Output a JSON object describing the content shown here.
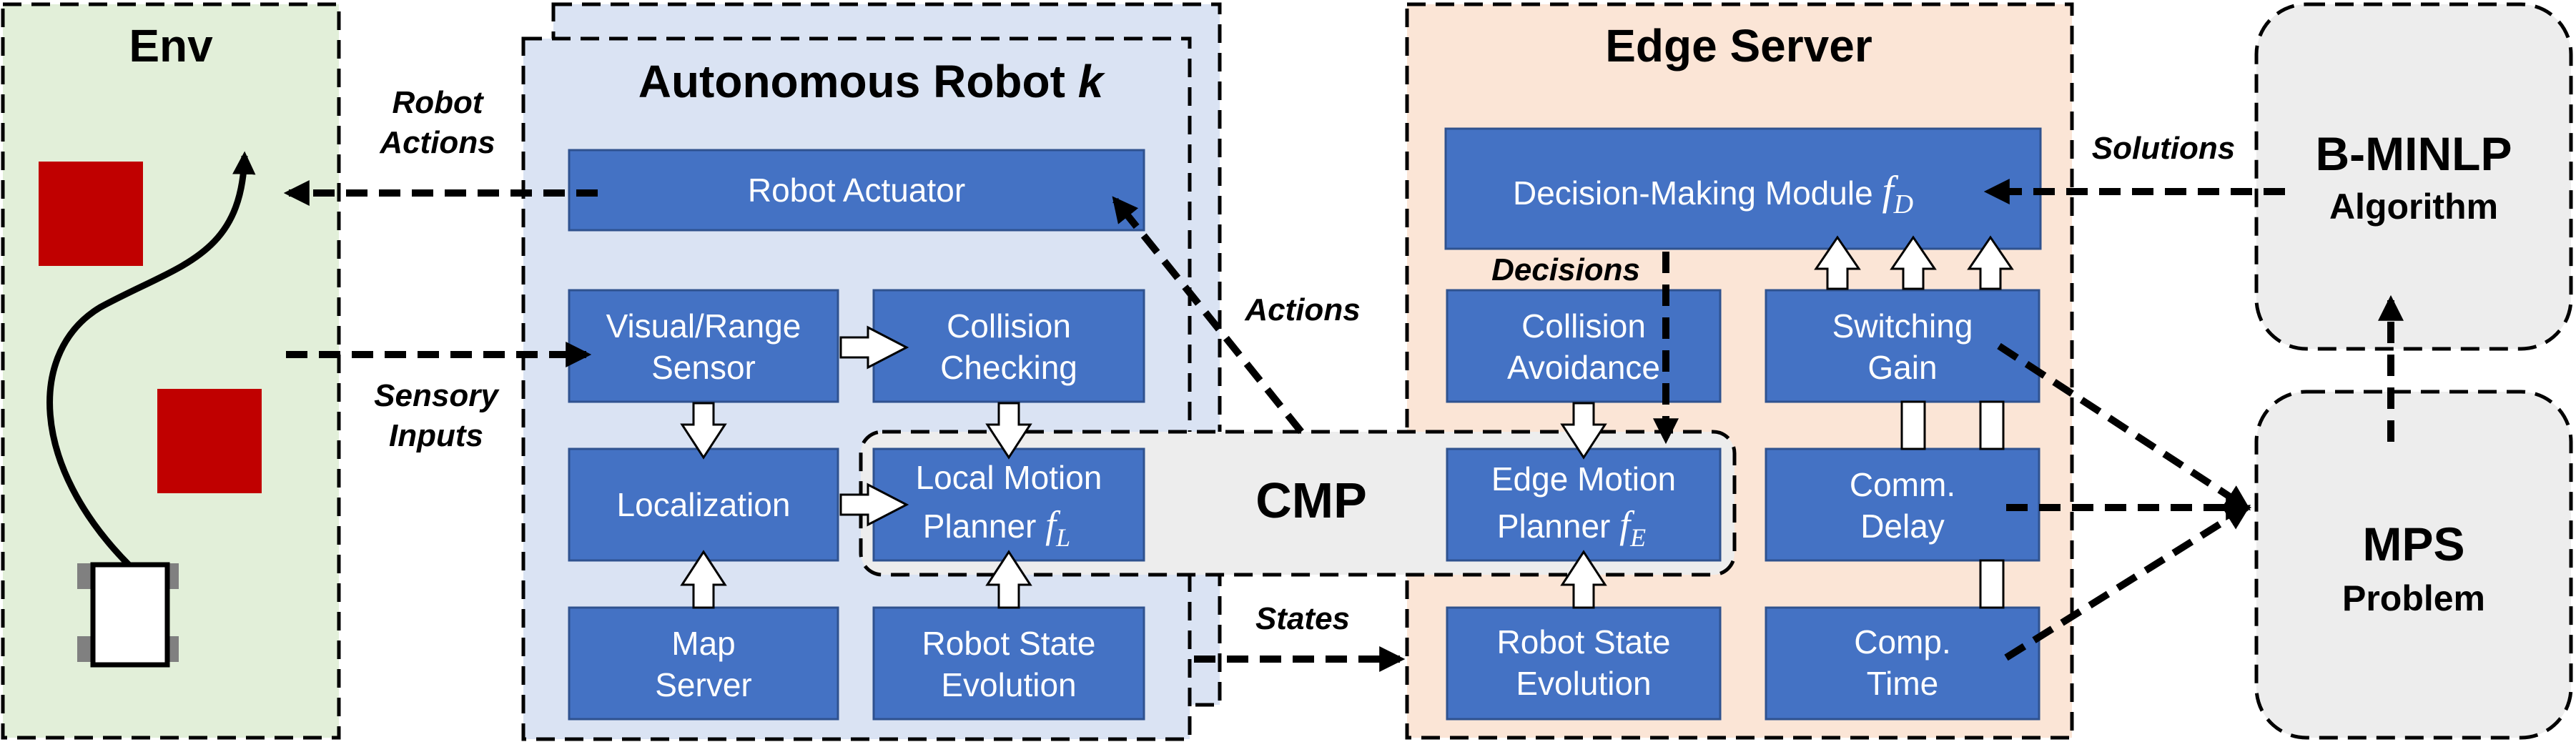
{
  "titles": {
    "env": "Env",
    "robot": "Autonomous Robot",
    "robot_index": "k",
    "edge": "Edge Server",
    "cmp": "CMP",
    "algo_line1": "B-MINLP",
    "algo_line2": "Algorithm",
    "mps_line1": "MPS",
    "mps_line2": "Problem"
  },
  "robot_blocks": {
    "actuator": "Robot Actuator",
    "sensor": [
      "Visual/Range",
      "Sensor"
    ],
    "collision_checking": [
      "Collision",
      "Checking"
    ],
    "localization": "Localization",
    "local_planner": [
      "Local Motion",
      "Planner"
    ],
    "local_planner_symbol": {
      "base": "f",
      "sub": "L"
    },
    "map_server": [
      "Map",
      "Server"
    ],
    "robot_state": [
      "Robot State",
      "Evolution"
    ]
  },
  "edge_blocks": {
    "decision_module": "Decision-Making Module",
    "decision_symbol": {
      "base": "f",
      "sub": "D"
    },
    "collision_avoidance": [
      "Collision",
      "Avoidance"
    ],
    "switching_gain": [
      "Switching",
      "Gain"
    ],
    "edge_planner": [
      "Edge Motion",
      "Planner"
    ],
    "edge_planner_symbol": {
      "base": "f",
      "sub": "E"
    },
    "comm_delay": [
      "Comm.",
      "Delay"
    ],
    "robot_state": [
      "Robot State",
      "Evolution"
    ],
    "comp_time": [
      "Comp.",
      "Time"
    ]
  },
  "labels": {
    "robot_actions": [
      "Robot",
      "Actions"
    ],
    "sensory_inputs": [
      "Sensory",
      "Inputs"
    ],
    "actions": "Actions",
    "states": "States",
    "decisions": "Decisions",
    "solutions": "Solutions"
  },
  "colors": {
    "env_bg": "#e2efd9",
    "robot_bg": "#dae3f3",
    "edge_bg": "#fbe5d6",
    "gray_bg": "#ededed",
    "block": "#4472c4",
    "obstacle": "#c00000"
  }
}
